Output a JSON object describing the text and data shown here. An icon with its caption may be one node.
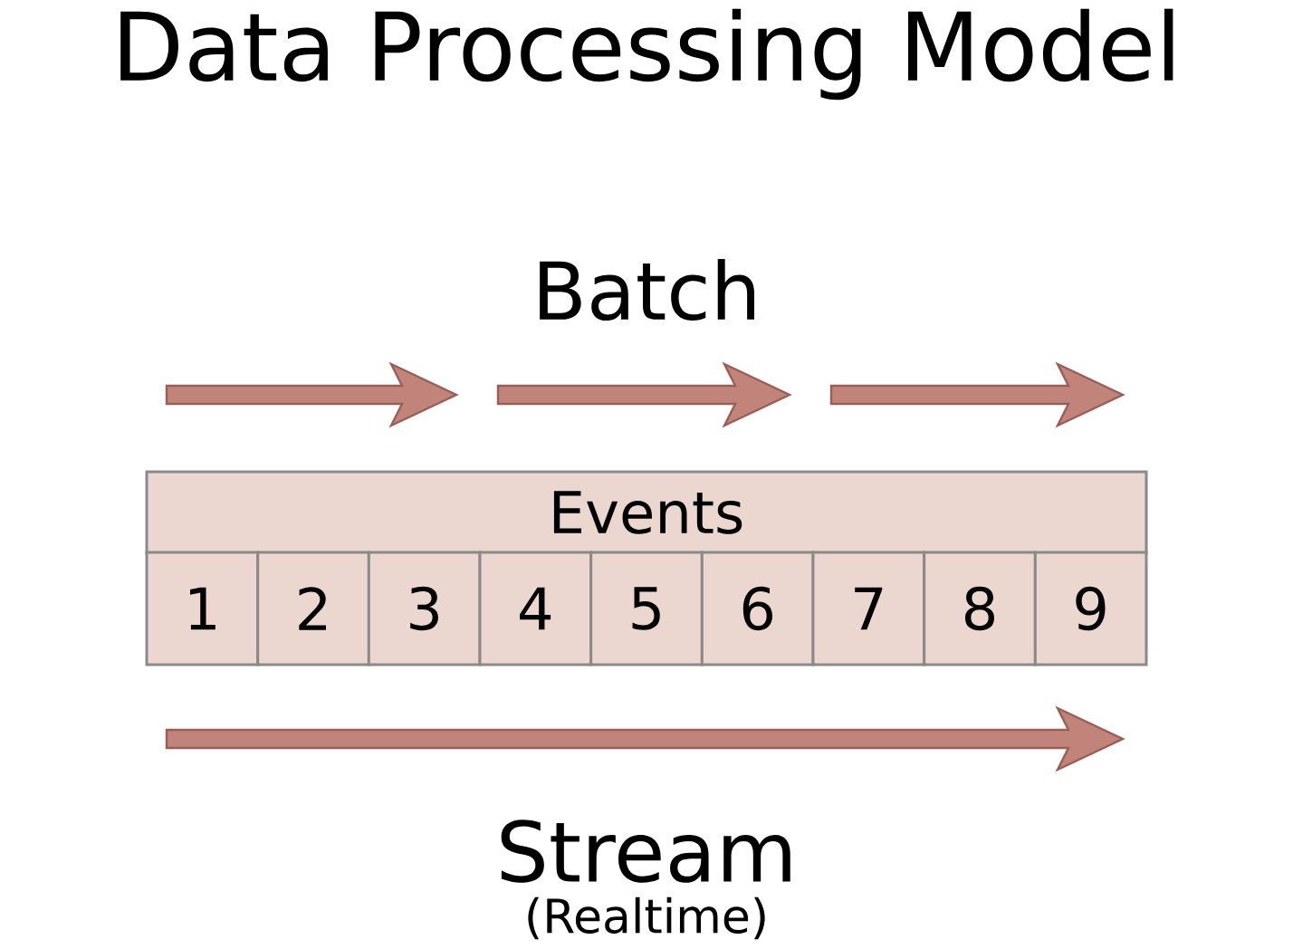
{
  "diagram": {
    "title": "Data Processing Model",
    "nodes": [
      {
        "text": [
          "Events"
        ]
      },
      {
        "text": [
          "1"
        ]
      },
      {
        "text": [
          "2"
        ]
      },
      {
        "text": [
          "3"
        ]
      },
      {
        "text": [
          "4"
        ]
      },
      {
        "text": [
          "5"
        ]
      },
      {
        "text": [
          "6"
        ]
      },
      {
        "text": [
          "7"
        ]
      },
      {
        "text": [
          "8"
        ]
      },
      {
        "text": [
          "9"
        ]
      }
    ],
    "edges": [],
    "labels": [
      "Batch",
      "Stream",
      "(Realtime)"
    ]
  }
}
